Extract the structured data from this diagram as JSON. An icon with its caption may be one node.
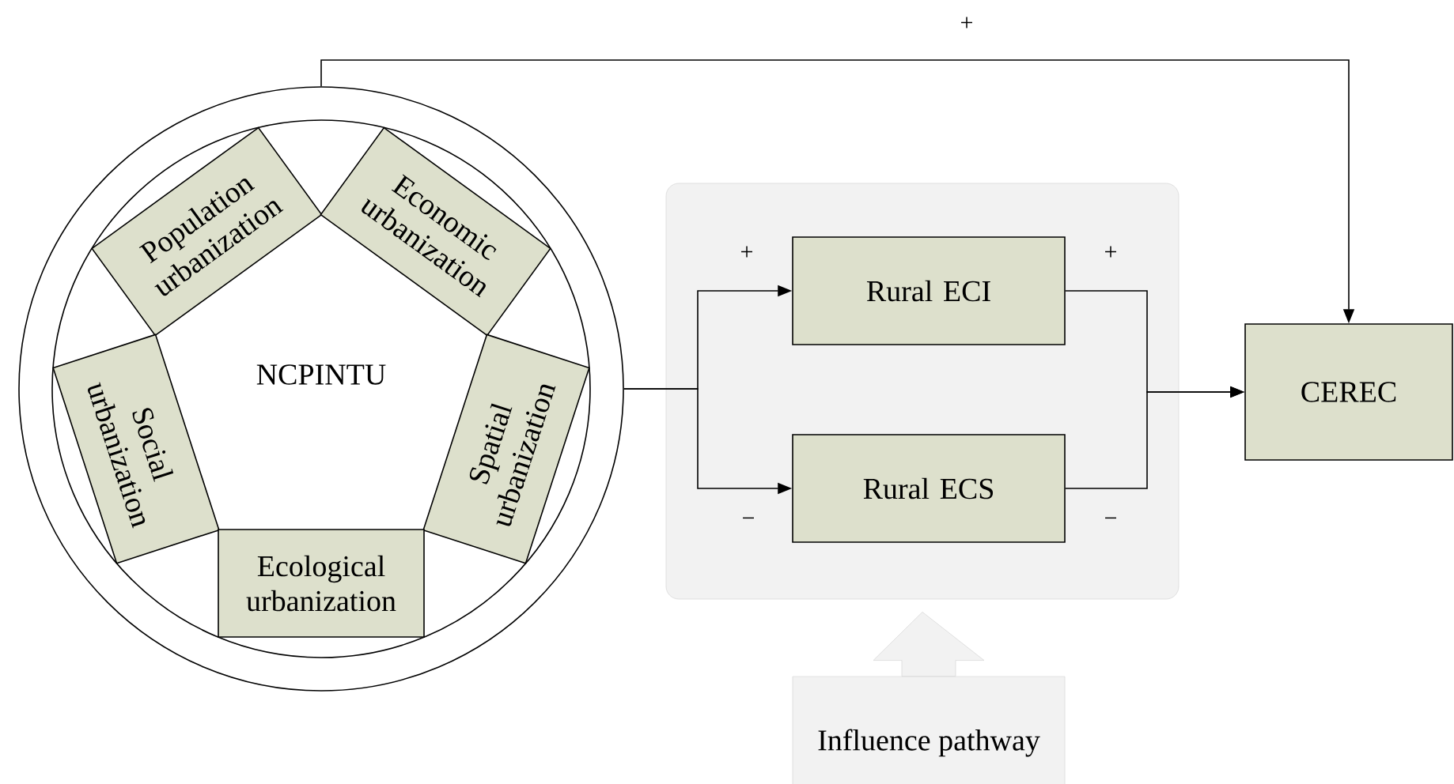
{
  "diagram": {
    "nodes": [
      {
        "text": [
          "NCPINTU"
        ]
      },
      {
        "text": [
          "Population urbanization"
        ],
        "in": 0
      },
      {
        "text": [
          "Economic urbanization"
        ],
        "in": 0
      },
      {
        "text": [
          "Social urbanization"
        ],
        "in": 0
      },
      {
        "text": [
          "Spatial urbanization"
        ],
        "in": 0
      },
      {
        "text": [
          "Ecological urbanization"
        ],
        "in": 0
      },
      {
        "text": [],
        "shape": "box"
      },
      {
        "text": [
          "Rural ECI"
        ],
        "in": 6
      },
      {
        "text": [
          "Rural ECS"
        ],
        "in": 6
      },
      {
        "text": [
          "CEREC"
        ]
      },
      {
        "text": [
          "Influence pathway"
        ]
      }
    ],
    "edges": [
      {
        "from": 0,
        "to": 9,
        "arrow": "to",
        "label": "+"
      },
      {
        "from": 0,
        "to": 7,
        "arrow": "to",
        "label": "+"
      },
      {
        "from": 0,
        "to": 8,
        "arrow": "to",
        "label": "−"
      },
      {
        "from": 7,
        "to": 9,
        "arrow": "to",
        "label": "+"
      },
      {
        "from": 8,
        "to": 9,
        "arrow": "to",
        "label": "−"
      },
      {
        "from": 10,
        "to": 6,
        "arrow": "to",
        "style": "thick",
        "color": "#f2f2f2"
      }
    ]
  }
}
